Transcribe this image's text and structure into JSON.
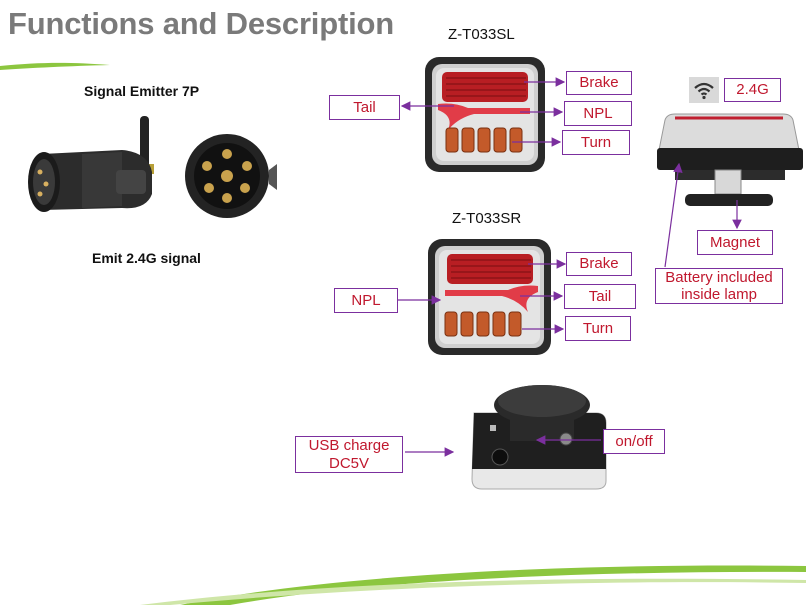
{
  "slide": {
    "title": "Functions and Description",
    "emitter": {
      "heading": "Signal Emitter 7P",
      "caption": "Emit 2.4G signal"
    },
    "lamp_left": {
      "model": "Z-T033SL",
      "labels": {
        "tail": "Tail",
        "brake": "Brake",
        "npl": "NPL",
        "turn": "Turn"
      }
    },
    "lamp_right": {
      "model": "Z-T033SR",
      "labels": {
        "npl": "NPL",
        "brake": "Brake",
        "tail": "Tail",
        "turn": "Turn"
      }
    },
    "side_view": {
      "signal": "2.4G",
      "magnet": "Magnet",
      "battery_line1": "Battery included",
      "battery_line2": "inside lamp"
    },
    "bottom_view": {
      "usb_line1": "USB charge",
      "usb_line2": "DC5V",
      "onoff": "on/off"
    }
  },
  "colors": {
    "title": "#7a7a7a",
    "label_text": "#c0182e",
    "label_border": "#7b2f9e",
    "arrow": "#7b2f9e",
    "swoosh": "#8cc63f"
  },
  "icons": [
    "wifi-icon"
  ]
}
